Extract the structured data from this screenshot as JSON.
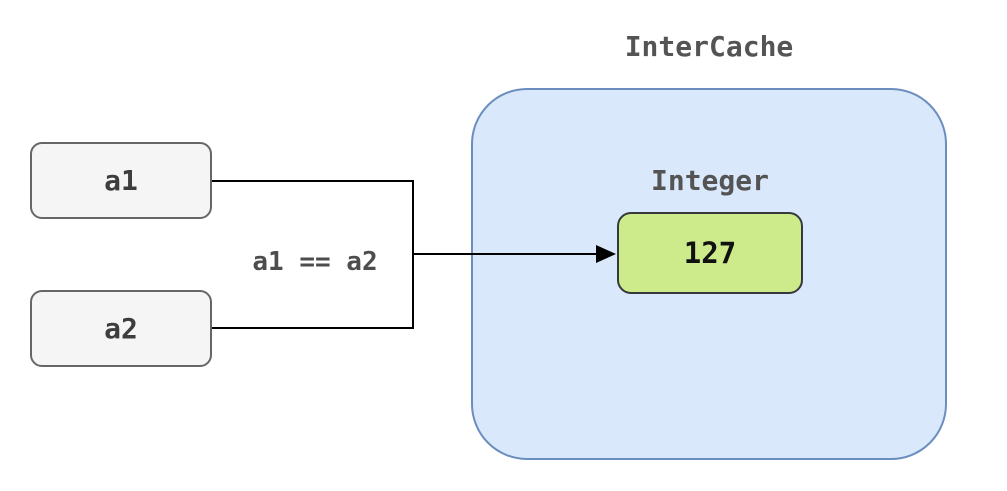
{
  "diagram": {
    "nodes": {
      "a1": {
        "label": "a1"
      },
      "a2": {
        "label": "a2"
      }
    },
    "edge": {
      "label": "a1 == a2"
    },
    "cache": {
      "title": "InterCache",
      "class_label": "Integer",
      "value": "127"
    },
    "colors": {
      "node_fill": "#f5f5f5",
      "node_border": "#666666",
      "cache_fill": "#dae8fc",
      "cache_border": "#6c8ebf",
      "value_fill": "#cdeb8b",
      "value_border": "#36393d",
      "label_text": "#545454",
      "connector": "#000000",
      "background": "#ffffff"
    }
  }
}
